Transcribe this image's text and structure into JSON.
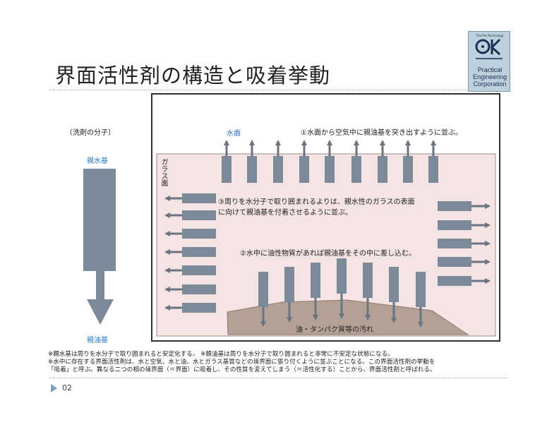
{
  "slide": {
    "title": "界面活性剤の構造と吸着挙動",
    "page_number": "02"
  },
  "logo": {
    "tagline": "The Pro-Technology",
    "lines": [
      "Practical",
      "Engineering",
      "Corporation"
    ]
  },
  "molecule": {
    "caption": "〔洗剤の分子〕",
    "hydrophilic_label": "親水基",
    "lipophilic_label": "親油基"
  },
  "diagram": {
    "water_surface_label": "水面",
    "glass_surface_label": "ガラス面",
    "note_1": "①水面から空気中に親油基を突き出すように並ぶ。",
    "note_2": "②水中に油性物質があれば親油基をその中に差し込む。",
    "note_3_line1": "③周りを水分子で取り囲まれるよりは、親水性のガラスの表面",
    "note_3_line2": "に向けて親油基を付着させるように並ぶ。",
    "oil_label": "油・タンパク質等の汚れ"
  },
  "footnotes": {
    "line1": "※親水基は周りを水分子で取り囲まれると安定化する。 ※親油基は周りを水分子で取り囲まれると非常に不安定な状態になる。",
    "line2": "※水中に存在する界面活性剤は、水と空気、水と油、水とガラス基質などの境界面に張り付くように並ぶことになる。この界面活性剤の挙動を",
    "line3": "「吸着」と呼ぶ。異なる二つの相の境界面（＝界面）に吸着し、その性質を変えてしまう（＝活性化する）ことから、界面活性剤と呼ばれる。"
  },
  "colors": {
    "water": "#f4e4e4",
    "molecule_fill": "#7b8a99",
    "oil_fill": "#b3a196",
    "accent_blue": "#2a78c3",
    "frame": "#2e3138"
  }
}
